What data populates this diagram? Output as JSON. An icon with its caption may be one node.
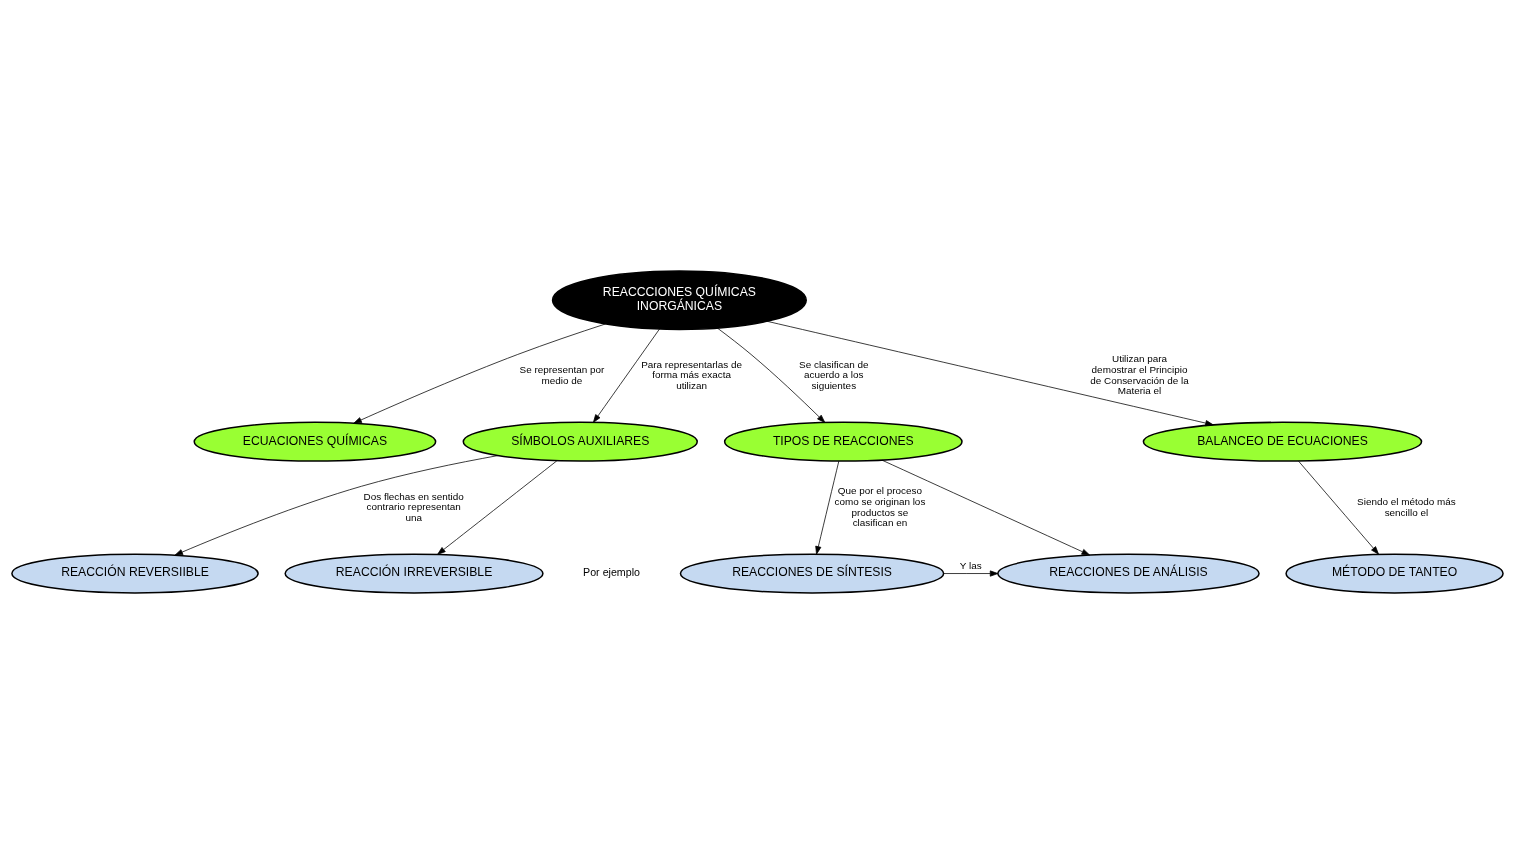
{
  "diagram": {
    "nodes": [
      {
        "text": [
          "REACCCIONES QUÍMICAS INORGÁNICAS"
        ]
      },
      {
        "text": [
          "ECUACIONES QUÍMICAS"
        ]
      },
      {
        "text": [
          "SÍMBOLOS AUXILIARES"
        ]
      },
      {
        "text": [
          "TIPOS DE REACCIONES"
        ]
      },
      {
        "text": [
          "BALANCEO DE ECUACIONES"
        ]
      },
      {
        "text": [
          "REACCIÓN REVERSIIBLE"
        ]
      },
      {
        "text": [
          "REACCIÓN IRREVERSIBLE"
        ]
      },
      {
        "text": [
          "REACCIONES DE SÍNTESIS"
        ]
      },
      {
        "text": [
          "REACCIONES DE ANÁLISIS"
        ]
      },
      {
        "text": [
          "MÉTODO DE TANTEO"
        ]
      }
    ],
    "edges": [
      {
        "from": 0,
        "to": 1,
        "arrow": "to",
        "label": "Se representan por medio de"
      },
      {
        "from": 0,
        "to": 2,
        "arrow": "to",
        "label": "Para representarlas de forma más exacta utilizan"
      },
      {
        "from": 0,
        "to": 3,
        "arrow": "to",
        "label": "Se clasifican de acuerdo a los siguientes"
      },
      {
        "from": 0,
        "to": 4,
        "arrow": "to",
        "label": "Utilizan para demostrar el Principio de Conservación de la Materia el"
      },
      {
        "from": 2,
        "to": 5,
        "arrow": "to",
        "label": "Dos flechas en sentido contrario representan una"
      },
      {
        "from": 2,
        "to": 6,
        "arrow": "to"
      },
      {
        "from": 3,
        "to": 7,
        "arrow": "to",
        "label": "Que por el proceso como se originan los productos se clasifican en"
      },
      {
        "from": 3,
        "to": 8,
        "arrow": "to"
      },
      {
        "from": 7,
        "to": 8,
        "arrow": "to",
        "label": "Y las"
      },
      {
        "from": 4,
        "to": 9,
        "arrow": "to",
        "label": "Siendo el método más sencillo el"
      }
    ],
    "labels": [
      "Por ejemplo"
    ]
  }
}
